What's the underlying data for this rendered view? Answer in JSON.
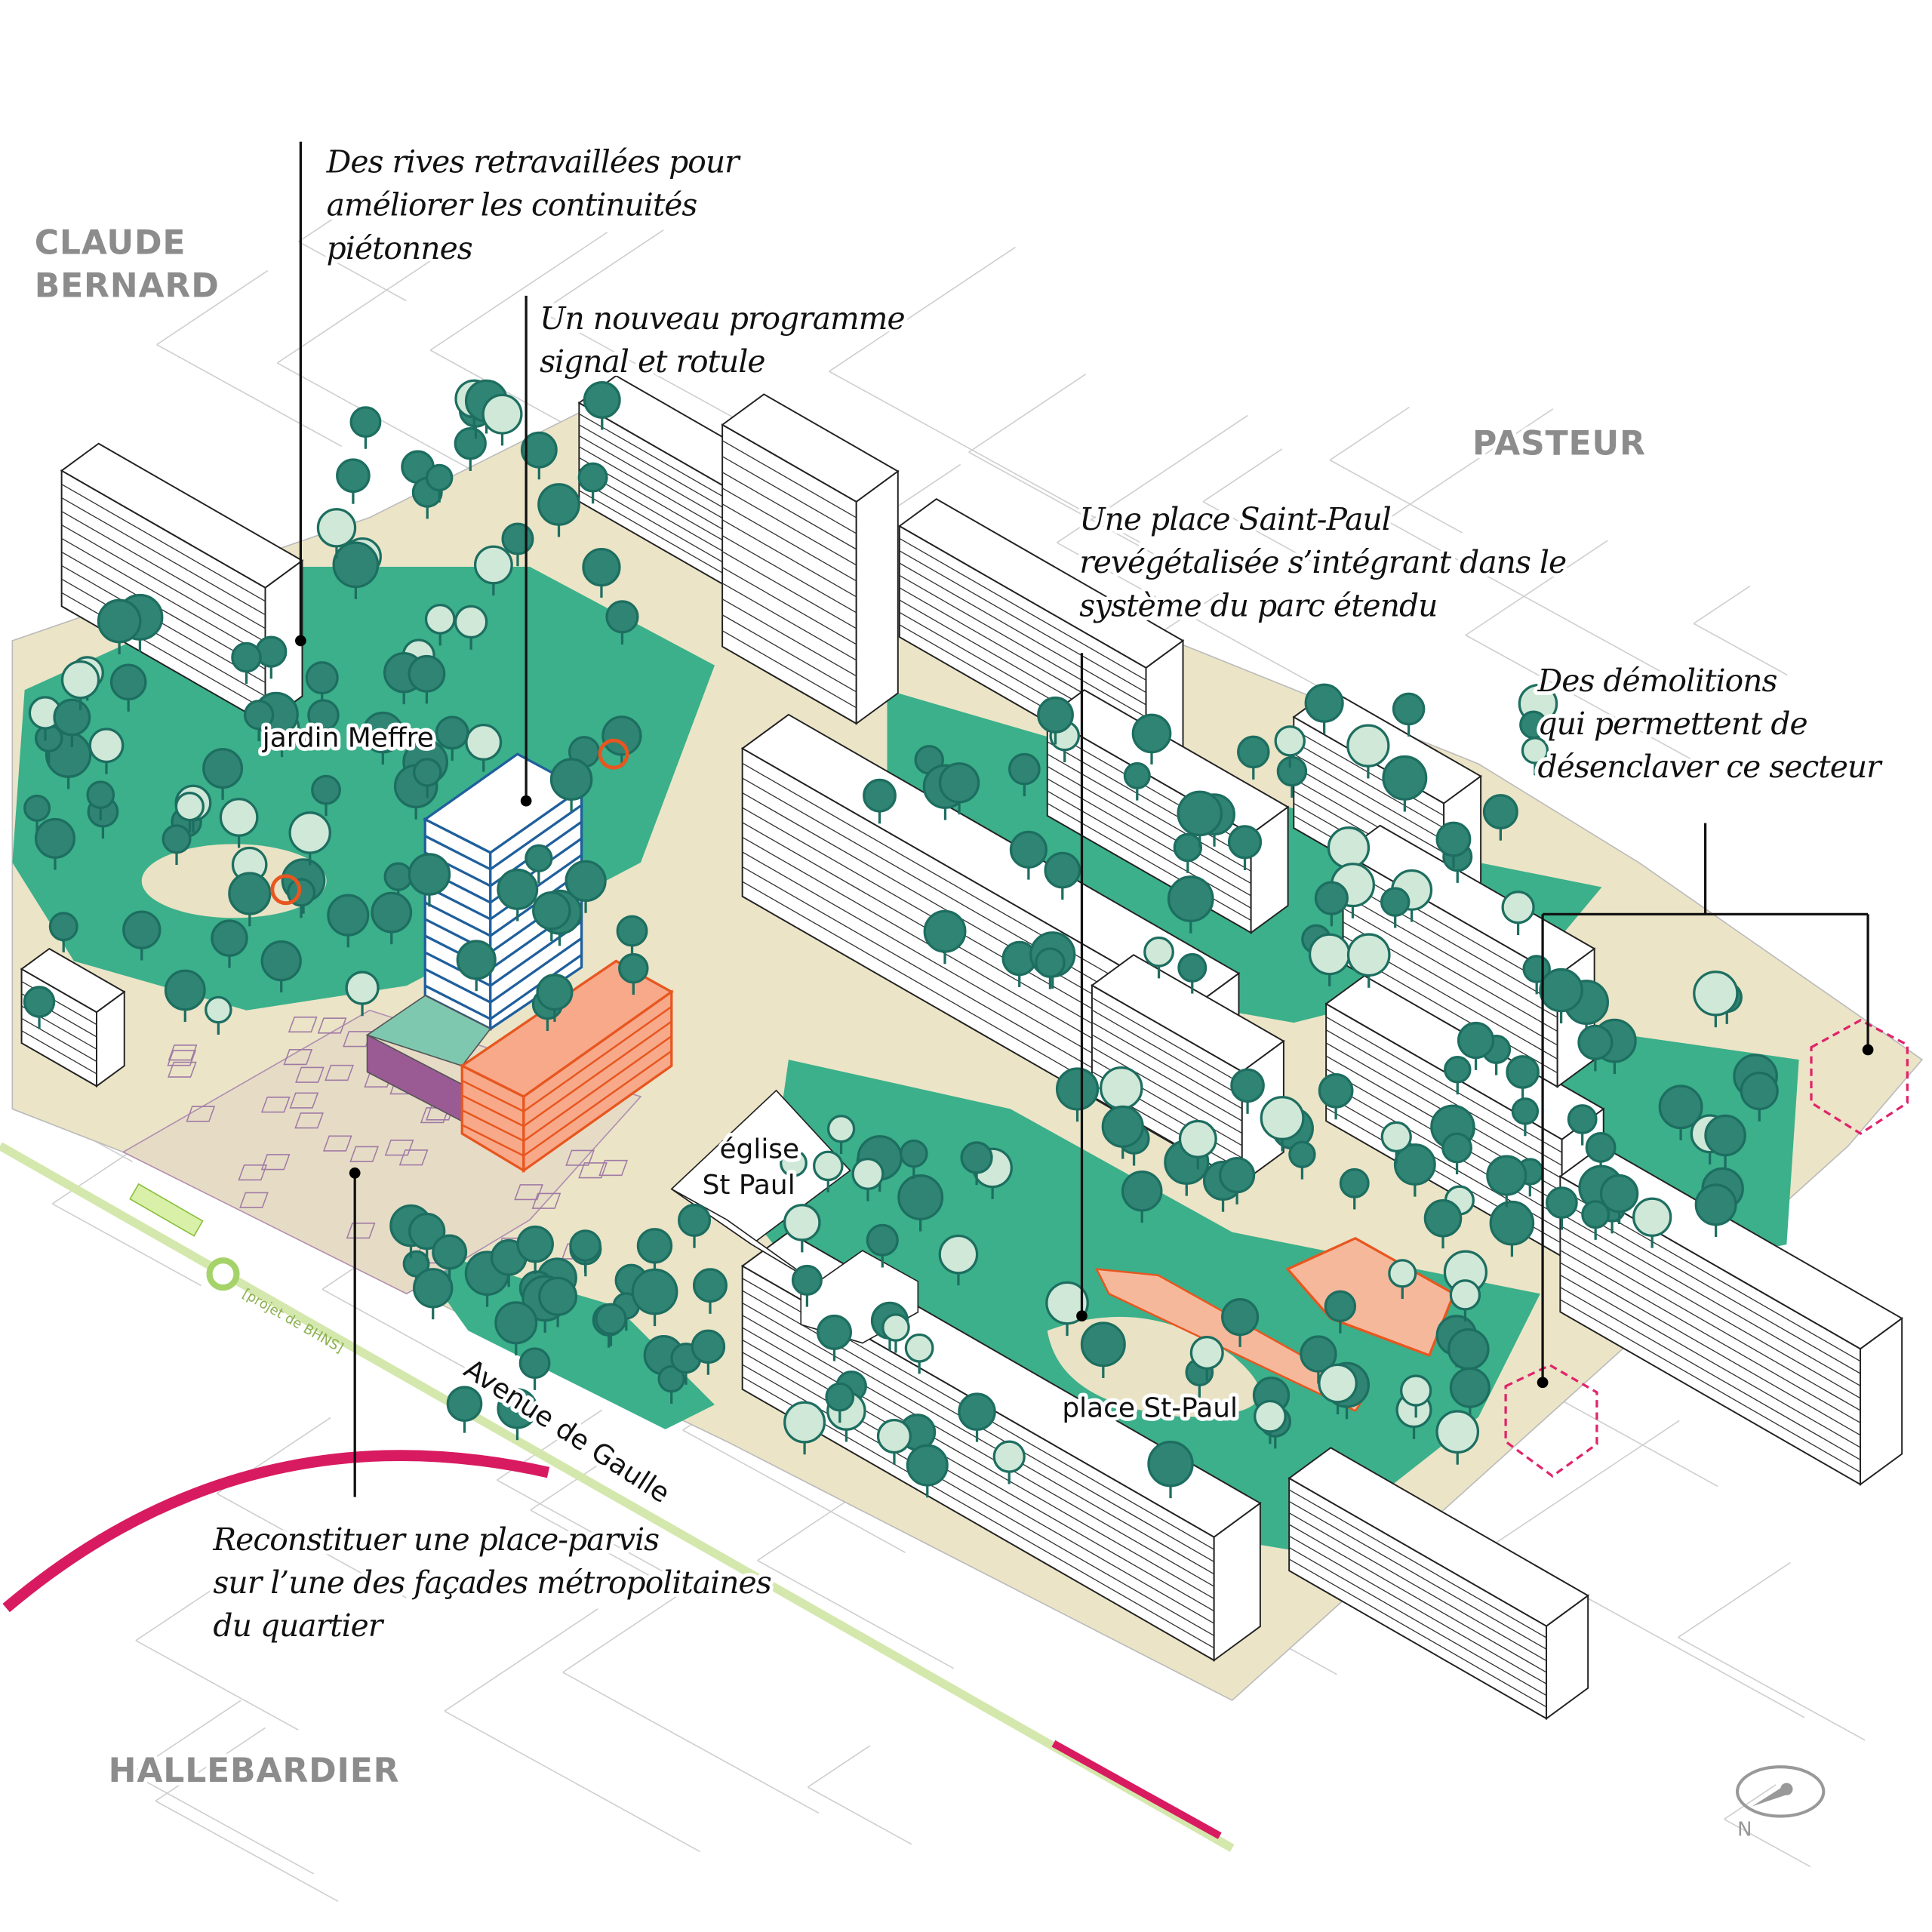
{
  "districts": {
    "claude_bernard": [
      "CLAUDE",
      "BERNARD"
    ],
    "pasteur": "PASTEUR",
    "hallebardier": "HALLEBARDIER"
  },
  "annotations": {
    "rives": [
      "Des rives retravaillées pour",
      "améliorer les continuités",
      "piétonnes"
    ],
    "programme": [
      "Un nouveau programme",
      "signal et rotule"
    ],
    "place_saint_paul": [
      "Une place Saint-Paul",
      "revégétalisée s’intégrant dans le",
      "système du parc étendu"
    ],
    "demolitions": [
      "Des démolitions",
      "qui permettent de",
      "désenclaver ce secteur"
    ],
    "parvis": [
      "Reconstituer une place-parvis",
      "sur l’une des façades métropolitaines",
      "du quartier"
    ]
  },
  "places": {
    "jardin": "jardin Meffre",
    "eglise": [
      "église",
      "St Paul"
    ],
    "place": "place St-Paul",
    "avenue": "Avenue de Gaulle",
    "bhns": "[projet de BHNS]"
  },
  "compass": {
    "label": "N"
  },
  "colors": {
    "park_green": "#3bb08a",
    "tree_dark": "#2f8473",
    "tree_light": "#cfe8d7",
    "ground": "#ebe4c7",
    "tower_blue": "#1f5f9c",
    "orange_block": "#f7a98a",
    "magenta_line": "#d81b60",
    "bhns_green": "#cfe5a8",
    "district_grey": "#8c8c8c"
  }
}
